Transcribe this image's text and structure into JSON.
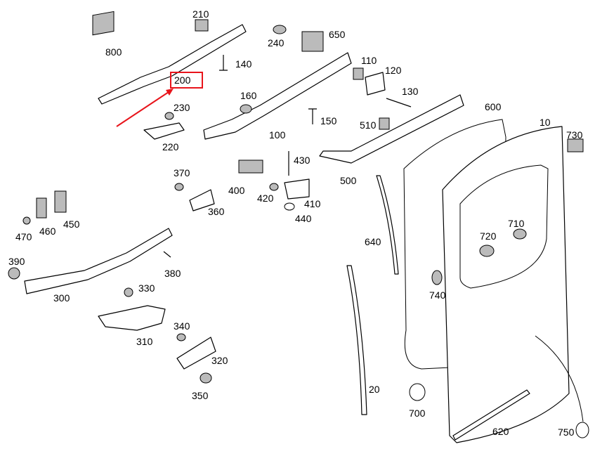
{
  "diagram": {
    "highlight_color": "#e8141b",
    "highlighted_part": "200",
    "labels": [
      "210",
      "800",
      "240",
      "650",
      "140",
      "200",
      "110",
      "120",
      "130",
      "160",
      "230",
      "150",
      "510",
      "600",
      "10",
      "730",
      "220",
      "100",
      "430",
      "370",
      "400",
      "420",
      "410",
      "440",
      "500",
      "360",
      "470",
      "460",
      "450",
      "640",
      "720",
      "710",
      "390",
      "380",
      "740",
      "300",
      "330",
      "310",
      "340",
      "320",
      "350",
      "20",
      "700",
      "620",
      "750"
    ]
  }
}
